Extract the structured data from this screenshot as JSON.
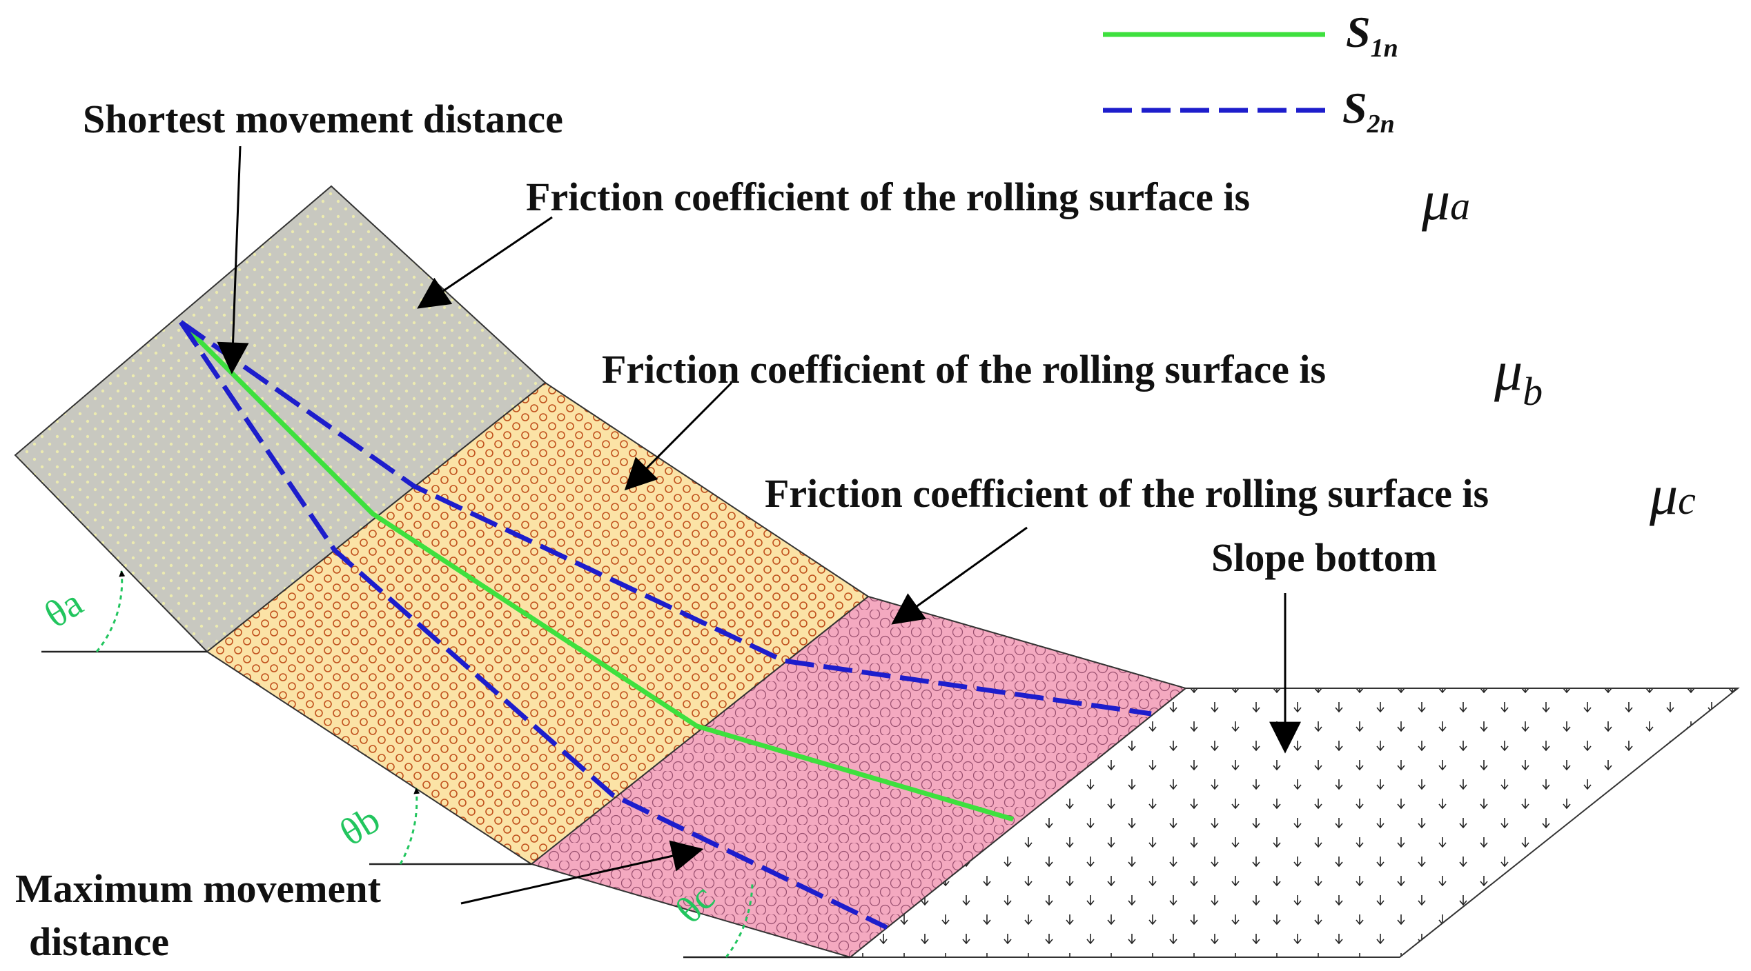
{
  "legend": {
    "s1": {
      "label": "S",
      "sub": "1n",
      "color": "#3ee03e",
      "style": "solid"
    },
    "s2": {
      "label": "S",
      "sub": "2n",
      "color": "#1d1dcc",
      "style": "dashed"
    }
  },
  "labels": {
    "shortest": "Shortest movement distance",
    "friction_prefix": "Friction coefficient of the rolling surface is",
    "mu_a": {
      "sym": "μ",
      "sub": "a"
    },
    "mu_b": {
      "sym": "μ",
      "sub": "b"
    },
    "mu_c": {
      "sym": "μ",
      "sub": "c"
    },
    "slope_bottom": "Slope bottom",
    "maximum_line1": "Maximum movement",
    "maximum_line2": "distance"
  },
  "angles": {
    "a": "θa",
    "b": "θb",
    "c": "θc"
  },
  "colors": {
    "zone_a": "#c8c8c0",
    "zone_b": "#fbe3a6",
    "zone_c": "#f4a9c0",
    "angle_label": "#22c55e"
  }
}
